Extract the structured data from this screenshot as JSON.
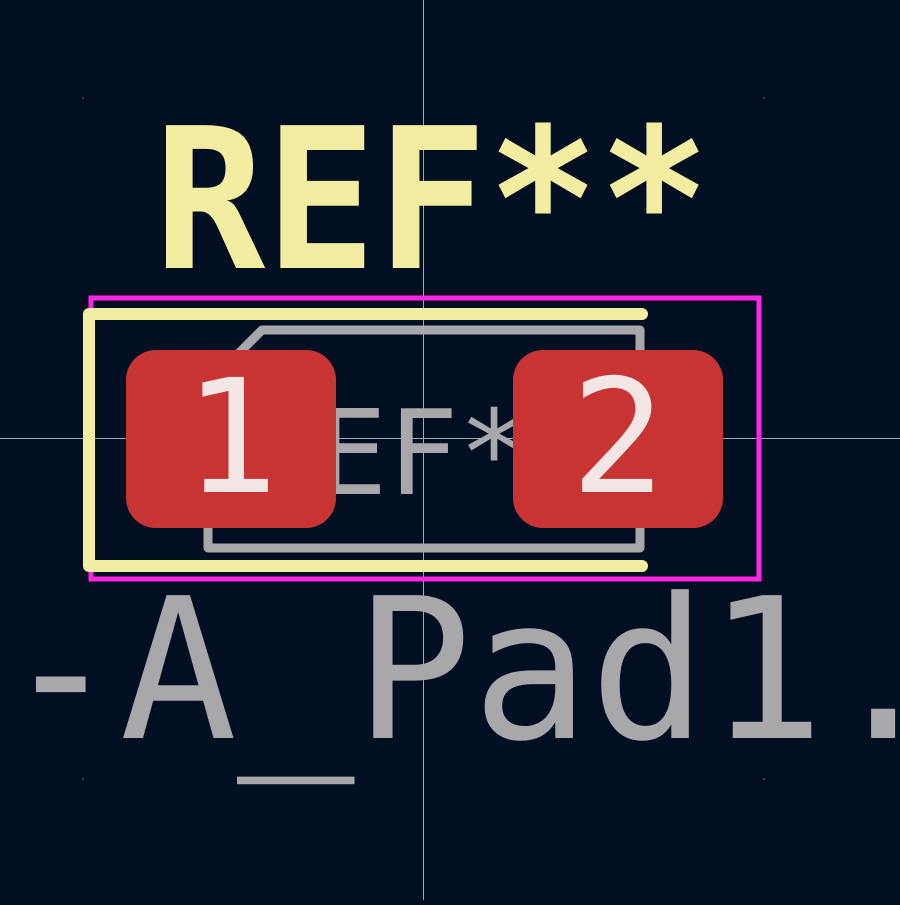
{
  "app": {
    "view": "footprint-editor-canvas",
    "background_color": "#020f22"
  },
  "colors": {
    "crosshair": "#c8d0dc",
    "grid_dot": "#3a4a60",
    "silkscreen": "#f2eda1",
    "fab": "#a8a8ab",
    "courtyard": "#ff26e2",
    "pad_fill": "#c83434",
    "pad_text": "#f5e6e6"
  },
  "footprint": {
    "reference": "REF**",
    "fab_reference": "REF**",
    "value_fragment": "-A_Pad1."
  },
  "pads": [
    {
      "number": "1"
    },
    {
      "number": "2"
    }
  ]
}
